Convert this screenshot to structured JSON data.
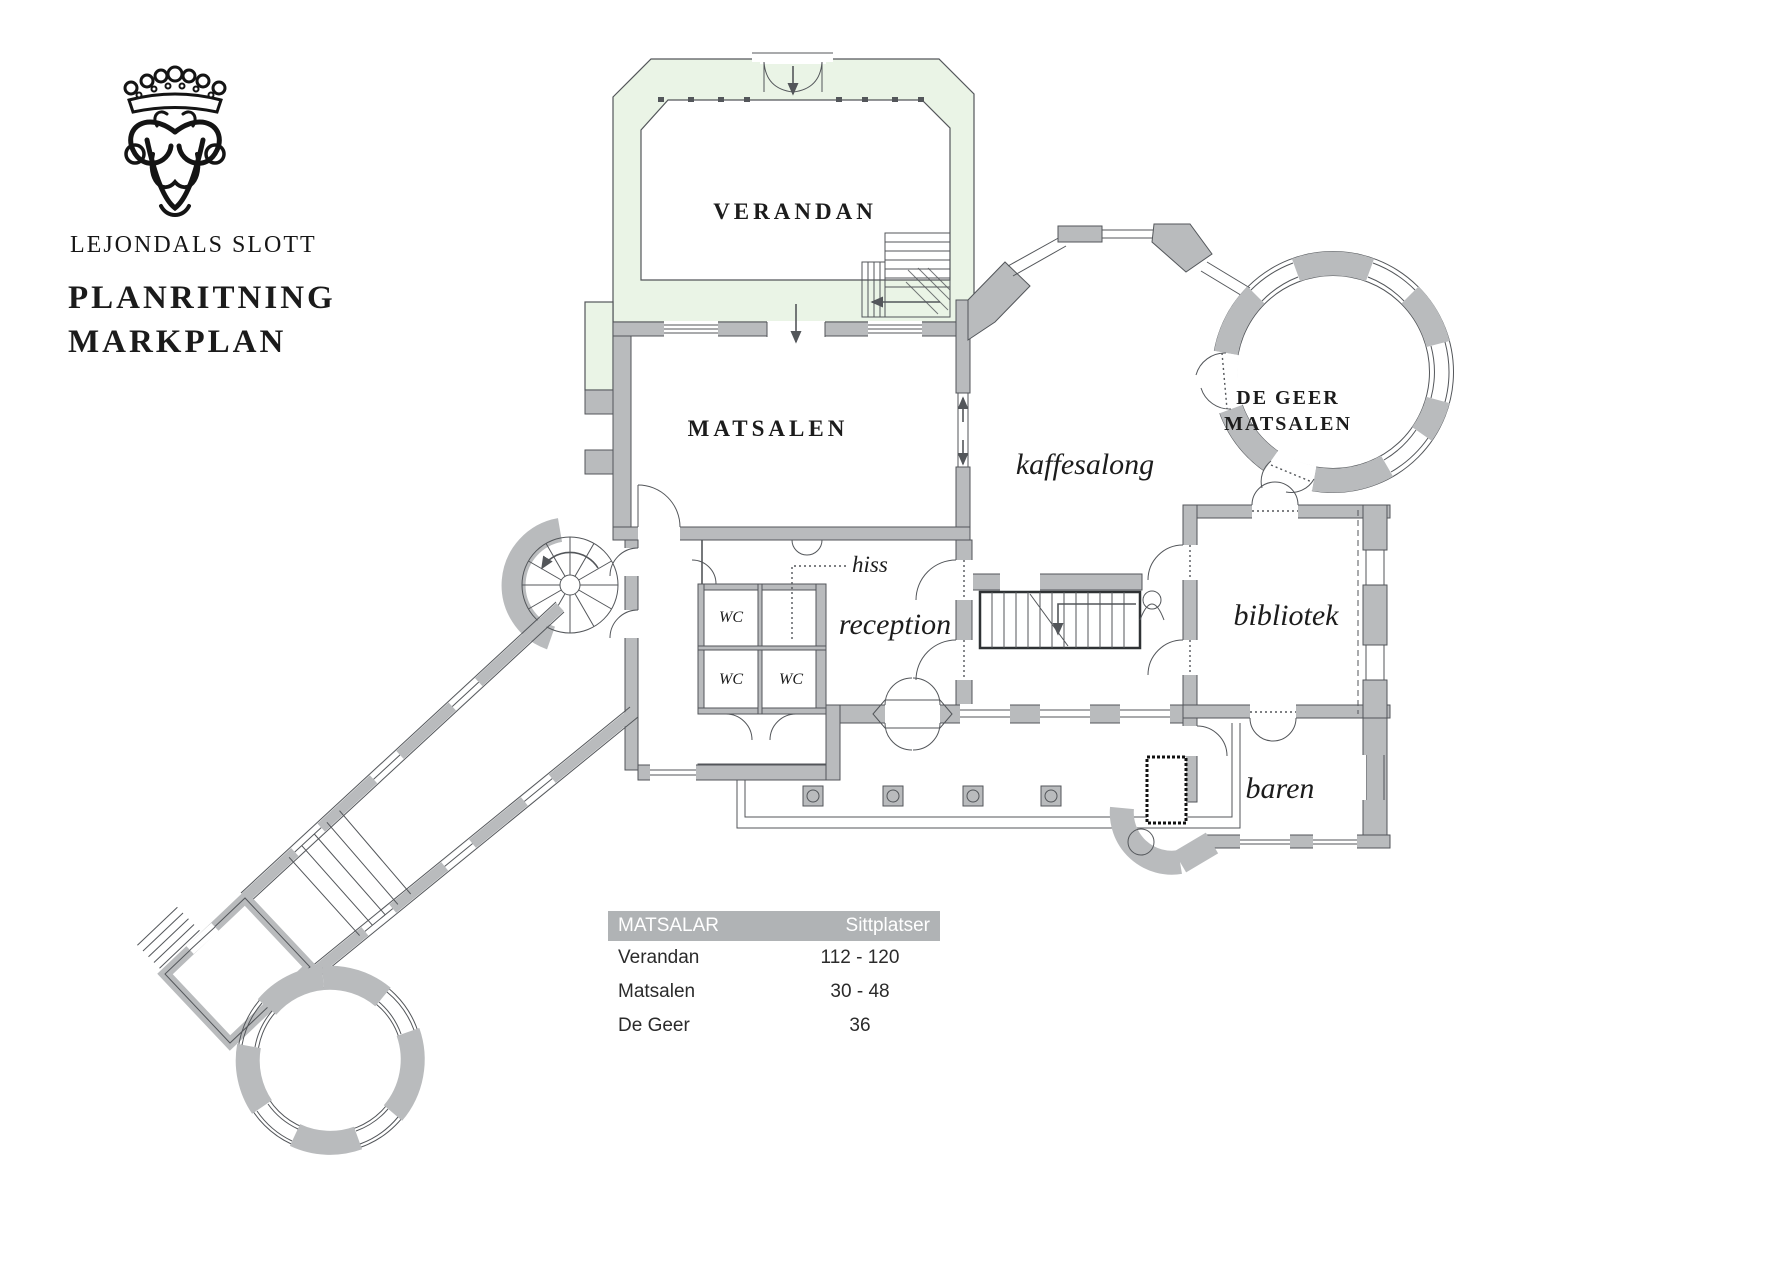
{
  "brand": {
    "logo": "crowned-monogram",
    "name": "LEJONDALS SLOTT",
    "title_line1": "PLANRITNING",
    "title_line2": "MARKPLAN"
  },
  "floorplan": {
    "labels": {
      "verandan": "VERANDAN",
      "matsalen": "MATSALEN",
      "kaffesalong": "kaffesalong",
      "de_geer_line1": "DE GEER",
      "de_geer_line2": "MATSALEN",
      "bibliotek": "bibliotek",
      "baren": "baren",
      "reception": "reception",
      "hiss": "hiss",
      "wc": "WC"
    },
    "icons": [
      "up-arrow",
      "down-arrow",
      "spiral-stair",
      "straight-stair",
      "door-swing",
      "terrace-column"
    ],
    "colors": {
      "wall": "#b9bbbd",
      "outline": "#53565a",
      "veranda_tint": "#eaf4e6",
      "table_header_bg": "#b0b3b5",
      "text": "#1c1c1c"
    }
  },
  "seating_table": {
    "header": {
      "col1": "MATSALAR",
      "col2": "Sittplatser"
    },
    "rows": [
      {
        "room": "Verandan",
        "seats": "112 - 120"
      },
      {
        "room": "Matsalen",
        "seats": "30 - 48"
      },
      {
        "room": "De Geer",
        "seats": "36"
      }
    ]
  }
}
